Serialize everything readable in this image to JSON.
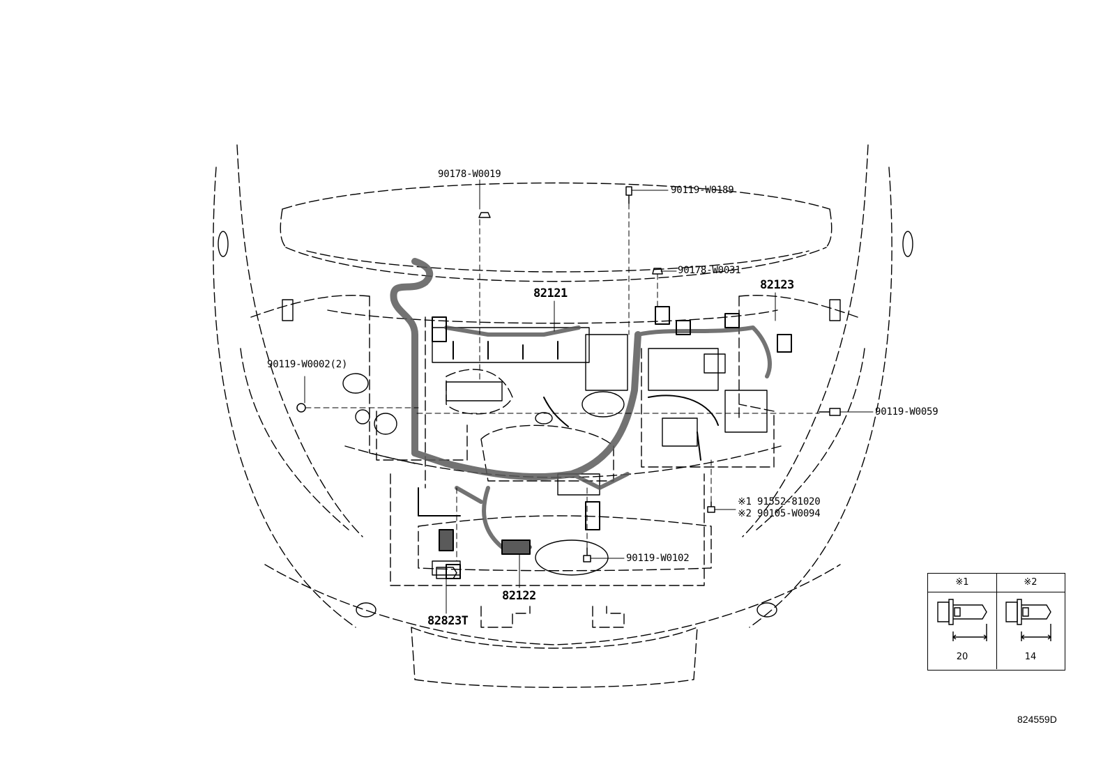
{
  "labels": {
    "w0019": "90178-W0019",
    "w0189": "90119-W0189",
    "w0031": "90178-W0031",
    "w0002": "90119-W0002(2)",
    "w0059": "90119-W0059",
    "note1": "※1 91552-81020",
    "note2": "※2 90105-W0094",
    "w0102": "90119-W0102"
  },
  "part_numbers": {
    "p82121": "82121",
    "p82123": "82123",
    "p82122": "82122",
    "p82823T": "82823T"
  },
  "legend": {
    "col1_header": "※1",
    "col1_length": "20",
    "col2_header": "※2",
    "col2_length": "14"
  },
  "diagram_code": "824559D",
  "colors": {
    "line": "#000000",
    "harness_fill": "#5a5a5a",
    "background": "#ffffff"
  }
}
